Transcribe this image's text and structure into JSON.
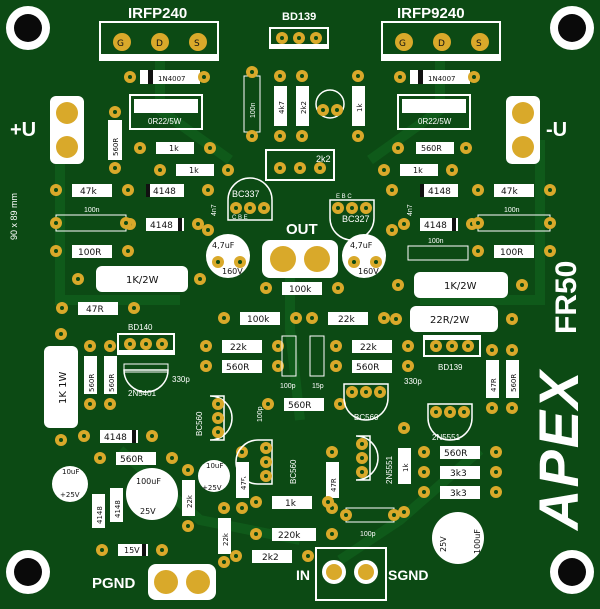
{
  "colors": {
    "board": "#0c4a14",
    "trace": "#0f5a1a",
    "pad": "#d9a92a",
    "silk": "#ffffff",
    "part_fill": "#ffffff"
  },
  "board": {
    "dimension_label": "90 x 89 mm",
    "model_label": "FR50",
    "brand_label": "APEX"
  },
  "connectors": {
    "top_left_transistor": {
      "label": "IRFP240",
      "pins": [
        "G",
        "D",
        "S"
      ]
    },
    "top_right_transistor": {
      "label": "IRFP9240",
      "pins": [
        "G",
        "D",
        "S"
      ]
    },
    "top_center": {
      "label": "BD139"
    },
    "plus_u": "+U",
    "minus_u": "-U",
    "out": "OUT",
    "pgnd": "PGND",
    "in": "IN",
    "sgnd": "SGND"
  },
  "parts": {
    "d_1n4007_left": "1N4007",
    "d_1n4007_right": "1N4007",
    "r_0r22_left": "0R22/5W",
    "r_0r22_right": "0R22/5W",
    "r_560r_left": "560R",
    "r_1k_left": "1k",
    "r_1k_left2": "1k",
    "r_47k_left": "47k",
    "d_4148_left": "4148",
    "d_4148_left2": "4148",
    "c_100n_left": "100n",
    "r_100r_left": "100R",
    "c_4n7_left": "4n7",
    "q_bc337": "BC337",
    "q_bc337_pins": "C B E",
    "c_100n_top": "100n",
    "r_4k7_top": "4k7",
    "r_2k2_top": "2k2",
    "r_1k_top": "1k",
    "pot_2k2": "2k2",
    "q_bc327": "BC327",
    "q_bc327_pins": "E B C",
    "c_4n7_right": "4n7",
    "r_560r_right": "560R",
    "r_1k_right": "1k",
    "r_47k_right": "47k",
    "d_4148_right": "4148",
    "d_4148_right2": "4148",
    "c_100n_right": "100n",
    "c_100n_right2": "100n",
    "r_100r_right": "100R",
    "cap_4u7_left": "4,7uF",
    "cap_4u7_left_v": "160V",
    "cap_4u7_right": "4,7uF",
    "cap_4u7_right_v": "160V",
    "r_1k2w_left": "1K/2W",
    "r_1k2w_right": "1K/2W",
    "r_100k_out": "100k",
    "r_47r_left": "47R",
    "r_100k_mid": "100k",
    "r_22k_mid": "22k",
    "r_22r2w": "22R/2W",
    "q_bd140": "BD140",
    "r_560r_l1": "560R",
    "r_560r_l2": "560R",
    "r_1k1w": "1K 1W",
    "q_2n5401": "2N5401",
    "c_330p_left": "330p",
    "r_22k_l": "22k",
    "r_560r_l3": "560R",
    "c_100p_l": "100p",
    "c_15p": "15p",
    "r_22k_r": "22k",
    "r_560r_r3": "560R",
    "q_bd139_bottom": "BD139",
    "c_330p_right": "330p",
    "r_47r_right": "47R",
    "r_560r_r4": "560R",
    "q_bc560_left": "BC560",
    "c_100p_mid": "100p",
    "r_560r_mid": "560R",
    "q_bc560_right": "BC560",
    "q_2n5551": "2N5551",
    "d_4148_low": "4148",
    "r_560r_low": "560R",
    "cap_10uf_left": "10uF",
    "cap_10uf_left_v": "+25V",
    "cap_100uf_left": "100uF",
    "cap_100uf_left_v": "25V",
    "cap_10uf_mid": "10uF",
    "cap_10uf_mid_v": "+25V",
    "q_bc560_c": "BC560",
    "q_2n5551_c": "2N5551",
    "r_47r_c": "47R",
    "r_1k_c": "1k",
    "r_1k_v": "1k",
    "r_22k_v": "22k",
    "r_22k_v2": "22k",
    "r_1k_low": "1k",
    "r_220k": "220k",
    "c_100p_low": "100p",
    "r_2k2_low": "2k2",
    "r_560r_r5": "560R",
    "r_3k3_a": "3k3",
    "r_3k3_b": "3k3",
    "cap_100uf_right": "100uF",
    "cap_100uf_right_v": "25V",
    "d_4148_v": "4148",
    "d_4148_v2": "4148",
    "zener_15v": "15V"
  }
}
